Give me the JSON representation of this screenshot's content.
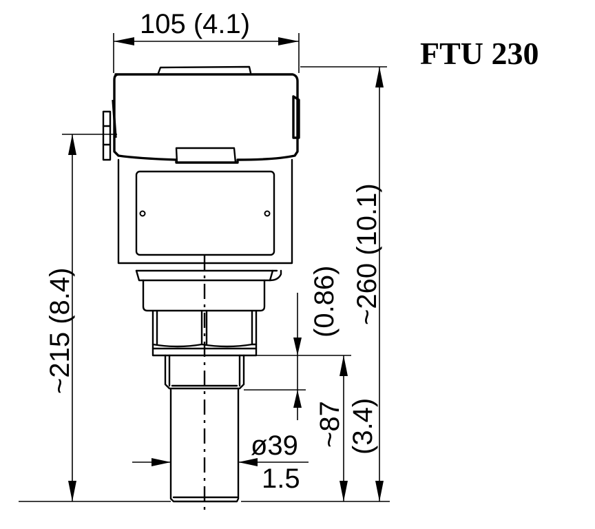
{
  "title": "FTU 230",
  "dimensions": {
    "width_top": "105 (4.1)",
    "height_total": "~260 (10.1)",
    "height_to_thread": "~215 (8.4)",
    "thread_length_in": "(0.86)",
    "probe_length_mm": "~87",
    "probe_length_in": "(3.4)",
    "probe_diameter": "ø39",
    "probe_wall": "1.5"
  },
  "colors": {
    "line": "#000000",
    "background": "#ffffff"
  }
}
